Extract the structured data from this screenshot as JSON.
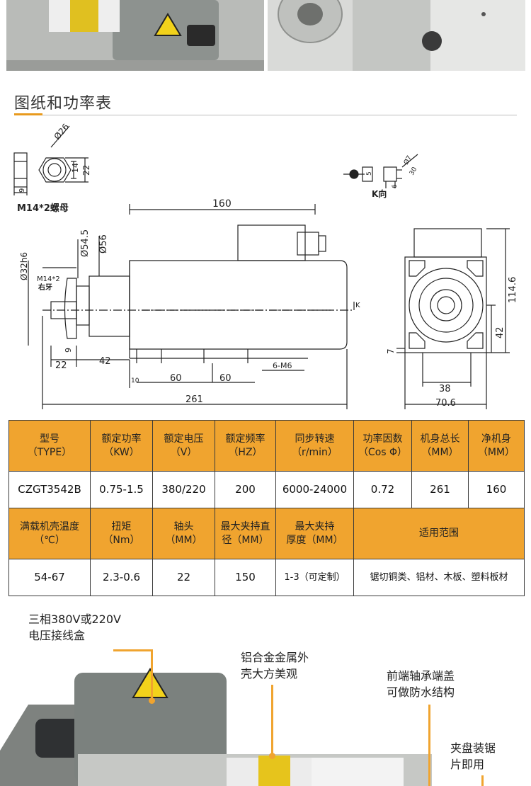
{
  "section": {
    "title": "图纸和功率表"
  },
  "nut": {
    "caption": "M14*2螺母",
    "dims": {
      "d26": "Ø26",
      "d14": "14",
      "d22": "22",
      "d9": "9"
    }
  },
  "kview": {
    "caption": "K向",
    "dims": {
      "d7": "Ø7",
      "d5": "5",
      "d30": "30",
      "d6": "6"
    }
  },
  "drawing_dims": {
    "len160": "160",
    "d56": "Ø56",
    "d545": "Ø54.5",
    "d32h6": "Ø32h6",
    "thread": "M14*2",
    "thread_dir": "右牙",
    "k_mark": "K",
    "d9": "9",
    "d22": "22",
    "d42a": "42",
    "d10": "10",
    "d60a": "60",
    "d60b": "60",
    "holes": "6-M6",
    "len261": "261",
    "h1146": "114.6",
    "h42": "42",
    "h7": "7",
    "w38": "38",
    "w706": "70.6"
  },
  "table": {
    "row1_headers": [
      "型号\n（TYPE）",
      "额定功率\n（KW）",
      "额定电压\n（V）",
      "额定频率\n（HZ）",
      "同步转速\n（r/min）",
      "功率因数\n（Cos Φ）",
      "机身总长\n（MM）",
      "净机身\n（MM）"
    ],
    "row1_values": [
      "CZGT3542B",
      "0.75-1.5",
      "380/220",
      "200",
      "6000-24000",
      "0.72",
      "261",
      "160"
    ],
    "row2_headers": [
      "满载机壳温度\n（℃）",
      "扭矩\n（Nm）",
      "轴头\n（MM）",
      "最大夹持直\n径（MM）",
      "最大夹持\n厚度（MM）",
      "适用范围"
    ],
    "row2_values": [
      "54-67",
      "2.3-0.6",
      "22",
      "150",
      "1-3（可定制）",
      "锯切铜类、铝材、木板、塑料板材"
    ]
  },
  "callouts": [
    {
      "id": "junction-box",
      "text": "三相380V或220V\n电压接线盒"
    },
    {
      "id": "aluminum-shell",
      "text": "铝合金金属外\n壳大方美观"
    },
    {
      "id": "front-bearing",
      "text": "前端轴承端盖\n可做防水结构"
    },
    {
      "id": "saw-chuck",
      "text": "夹盘装锯\n片即用"
    }
  ],
  "colors": {
    "accent": "#f0a42f",
    "line": "#222222"
  }
}
